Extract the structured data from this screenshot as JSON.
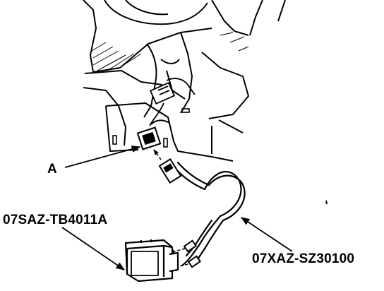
{
  "callouts": {
    "connector": "A",
    "unit_part_number": "07SAZ-TB4011A",
    "harness_part_number": "07XAZ-SZ30100"
  }
}
